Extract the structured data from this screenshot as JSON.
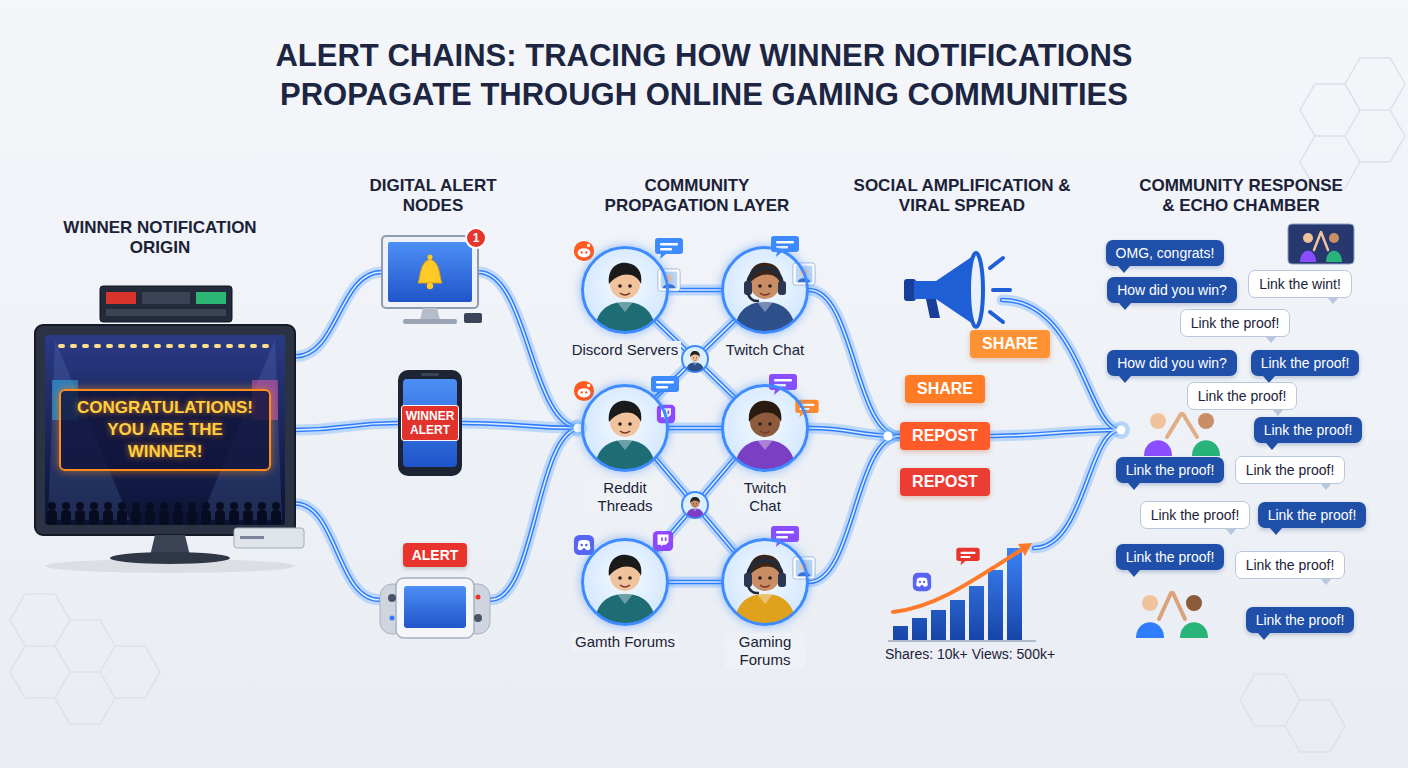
{
  "diagram": {
    "title": "ALERT CHAINS: TRACING HOW WINNER NOTIFICATIONS PROPAGATE THROUGH ONLINE GAMING COMMUNITIES",
    "nodes": [
      {
        "text": [
          "CONGRATULATIONS! YOU ARE THE WINNER!"
        ]
      },
      {
        "text": [
          "1"
        ]
      },
      {
        "text": [
          "WINNER ALERT"
        ]
      },
      {
        "text": [
          "ALERT"
        ]
      },
      {
        "text": [
          "Discord Servers"
        ]
      },
      {
        "text": [
          "Twitch Chat"
        ]
      },
      {
        "text": [
          "Reddit Threads"
        ]
      },
      {
        "text": [
          "Twitch Chat"
        ]
      },
      {
        "text": [
          "Gamth Forums"
        ]
      },
      {
        "text": [
          "Gaming Forums"
        ]
      },
      {
        "text": [
          "SHARE"
        ]
      },
      {
        "text": [
          "SHARE"
        ]
      },
      {
        "text": [
          "REPOST"
        ]
      },
      {
        "text": [
          "REPOST"
        ]
      },
      {
        "text": [
          "OMG, congrats!"
        ]
      },
      {
        "text": [
          "How did you win?"
        ]
      },
      {
        "text": [
          "Link the wint!"
        ]
      },
      {
        "text": [
          "Link the proof!"
        ]
      },
      {
        "text": [
          "How did you win?"
        ]
      },
      {
        "text": [
          "Link the proof!"
        ]
      },
      {
        "text": [
          "Link the proof!"
        ]
      },
      {
        "text": [
          "Link the proof!"
        ]
      },
      {
        "text": [
          "Link the proof!"
        ]
      },
      {
        "text": [
          "Link the proof!"
        ]
      },
      {
        "text": [
          "Link the proof!"
        ]
      },
      {
        "text": [
          "Link the proof!"
        ]
      },
      {
        "text": [
          "Link the proof!"
        ]
      },
      {
        "text": [
          "Link the proof!"
        ]
      },
      {
        "text": [
          "Link the proof!"
        ]
      }
    ],
    "edges": [
      {
        "from": 0,
        "to": 1,
        "arrow": "none"
      },
      {
        "from": 0,
        "to": 2,
        "arrow": "none"
      },
      {
        "from": 0,
        "to": 3,
        "arrow": "none"
      },
      {
        "from": 1,
        "to": 6,
        "arrow": "none"
      },
      {
        "from": 2,
        "to": 6,
        "arrow": "none"
      },
      {
        "from": 3,
        "to": 6,
        "arrow": "none"
      },
      {
        "from": 4,
        "to": 5,
        "arrow": "none"
      },
      {
        "from": 6,
        "to": 7,
        "arrow": "none"
      },
      {
        "from": 8,
        "to": 9,
        "arrow": "none"
      },
      {
        "from": 4,
        "to": 7,
        "arrow": "none"
      },
      {
        "from": 5,
        "to": 6,
        "arrow": "none"
      },
      {
        "from": 6,
        "to": 9,
        "arrow": "none"
      },
      {
        "from": 7,
        "to": 8,
        "arrow": "none"
      },
      {
        "from": 5,
        "to": 12,
        "arrow": "none"
      },
      {
        "from": 7,
        "to": 12,
        "arrow": "none"
      },
      {
        "from": 9,
        "to": 12,
        "arrow": "none"
      }
    ],
    "labels": [
      "WINNER NOTIFICATION ORIGIN",
      "DIGITAL ALERT NODES",
      "COMMUNITY PROPAGATION LAYER",
      "SOCIAL AMPLIFICATION & VIRAL SPREAD",
      "COMMUNITY RESPONSE & ECHO CHAMBER",
      "Shares: 10k+ Views: 500k+"
    ]
  }
}
